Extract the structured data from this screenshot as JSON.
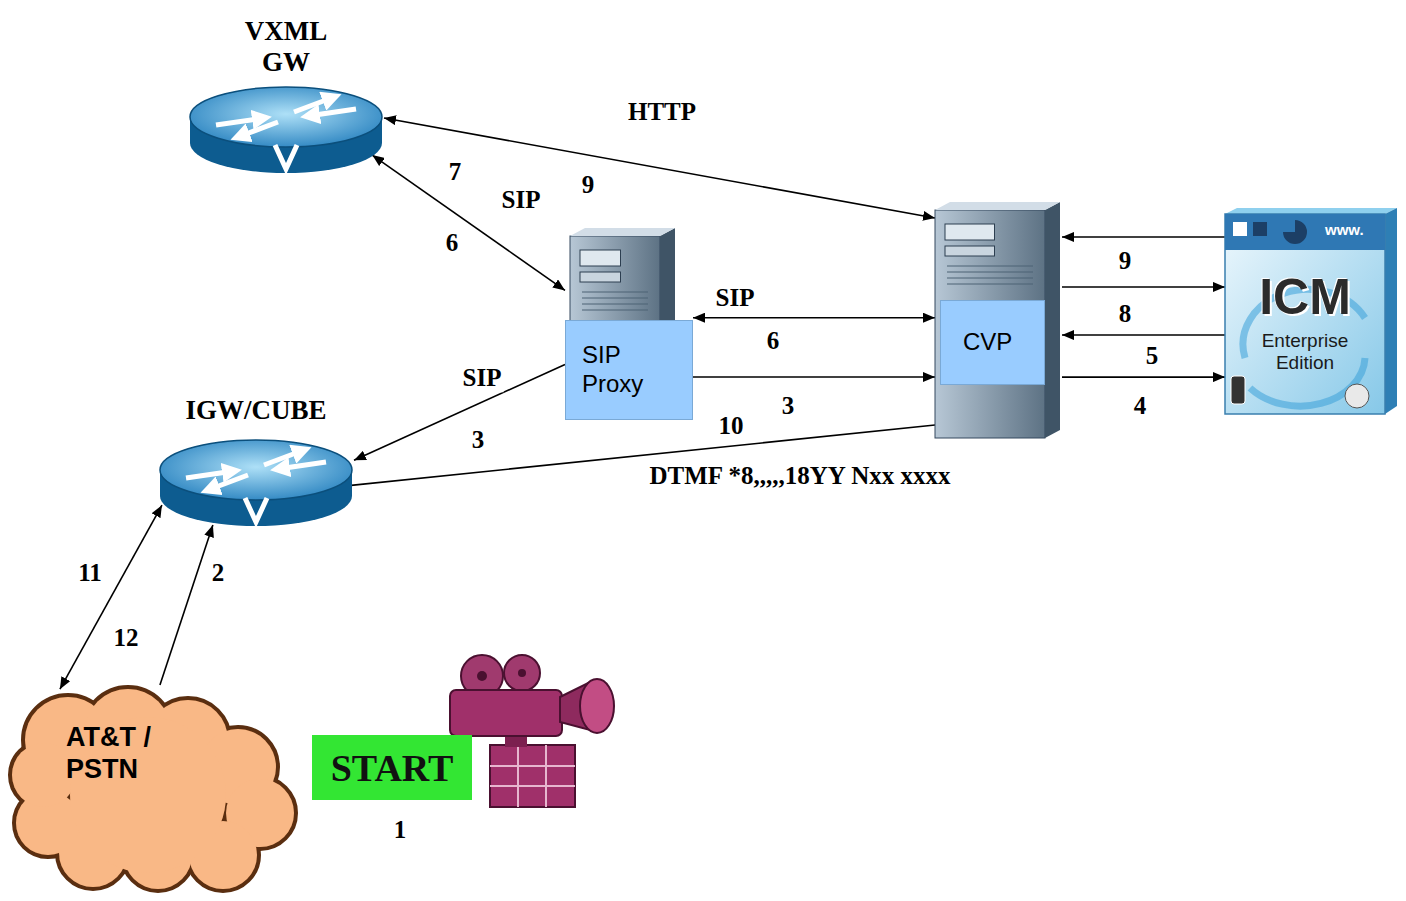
{
  "diagram": {
    "nodes": [
      {
        "text": [
          "VXML GW"
        ]
      },
      {
        "text": [
          "SIP Proxy"
        ]
      },
      {
        "text": [
          "CVP"
        ]
      },
      {
        "text": [
          "www.",
          "ICM",
          "Enterprise Edition"
        ]
      },
      {
        "text": [
          "IGW/CUBE"
        ]
      },
      {
        "text": [
          "AT&T / PSTN"
        ]
      },
      {
        "text": [
          "START"
        ]
      }
    ],
    "edges": [
      {
        "from": 0,
        "to": 1,
        "arrow": "both",
        "label": "SIP"
      },
      {
        "from": 0,
        "to": 2,
        "arrow": "both",
        "label": "HTTP"
      },
      {
        "from": 1,
        "to": 2,
        "arrow": "both",
        "label": "6"
      },
      {
        "from": 1,
        "to": 2,
        "arrow": "to",
        "label": "3"
      },
      {
        "from": 1,
        "to": 4,
        "arrow": "to",
        "label": "3"
      },
      {
        "from": 4,
        "to": 2,
        "arrow": "none",
        "label": "DTMF *8,,,,,18YY Nxx xxxx"
      },
      {
        "from": 3,
        "to": 2,
        "arrow": "to",
        "label": "9"
      },
      {
        "from": 2,
        "to": 3,
        "arrow": "to",
        "label": "8"
      },
      {
        "from": 3,
        "to": 2,
        "arrow": "to",
        "label": "5"
      },
      {
        "from": 2,
        "to": 3,
        "arrow": "to",
        "label": "4"
      },
      {
        "from": 4,
        "to": 5,
        "arrow": "both",
        "label": "11"
      },
      {
        "from": 5,
        "to": 4,
        "arrow": "to",
        "label": "2"
      }
    ],
    "labels": [
      "7",
      "6",
      "9",
      "SIP",
      "SIP",
      "10",
      "12",
      "1"
    ]
  }
}
